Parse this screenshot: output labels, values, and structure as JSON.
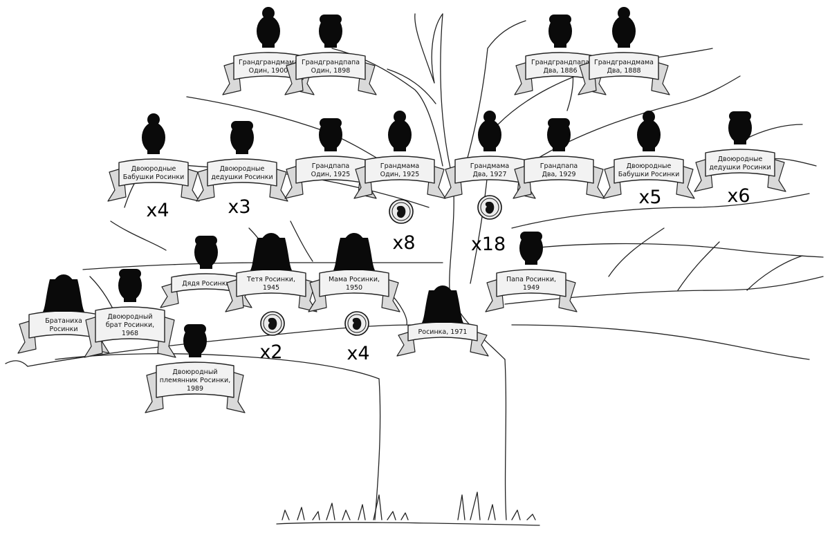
{
  "colors": {
    "line": "#222222",
    "banner_fill": "#f2f2f2",
    "silhouette": "#0a0a0a"
  },
  "members": [
    {
      "id": "ggm1",
      "label": [
        "Грандграндмама",
        "Один, 1900"
      ],
      "hair": "bun"
    },
    {
      "id": "ggp1",
      "label": [
        "Грандграндпапа",
        "Один, 1898"
      ],
      "hair": "short"
    },
    {
      "id": "ggp2",
      "label": [
        "Грандграндпапа",
        "Два, 1886"
      ],
      "hair": "short"
    },
    {
      "id": "ggm2",
      "label": [
        "Грандграндмама",
        "Два, 1888"
      ],
      "hair": "bun"
    },
    {
      "id": "ga_f",
      "label": [
        "Двоюродные",
        "Бабушки Росинки"
      ],
      "hair": "bun"
    },
    {
      "id": "gu_f",
      "label": [
        "Двоюродные",
        "дедушки Росинки"
      ],
      "hair": "short"
    },
    {
      "id": "gp1",
      "label": [
        "Грандпапа",
        "Один, 1925"
      ],
      "hair": "short"
    },
    {
      "id": "gm1",
      "label": [
        "Грандмама",
        "Один, 1925"
      ],
      "hair": "bun"
    },
    {
      "id": "gm2",
      "label": [
        "Грандмама",
        "Два, 1927"
      ],
      "hair": "bun"
    },
    {
      "id": "gp2",
      "label": [
        "Грандпапа",
        "Два, 1929"
      ],
      "hair": "short"
    },
    {
      "id": "ga_m",
      "label": [
        "Двоюродные",
        "Бабушки Росинки"
      ],
      "hair": "bun"
    },
    {
      "id": "gu_m",
      "label": [
        "Двоюродные",
        "дедушки Росинки"
      ],
      "hair": "short"
    },
    {
      "id": "uncle",
      "label": [
        "Дядя Росинки"
      ],
      "hair": "short"
    },
    {
      "id": "aunt",
      "label": [
        "Тетя Росинки,",
        "1945"
      ],
      "hair": "long"
    },
    {
      "id": "mom",
      "label": [
        "Мама Росинки,",
        "1950"
      ],
      "hair": "long"
    },
    {
      "id": "dad",
      "label": [
        "Папа Росинки,",
        "1949"
      ],
      "hair": "short"
    },
    {
      "id": "niece",
      "label": [
        "Братаниха",
        "Росинки"
      ],
      "hair": "long"
    },
    {
      "id": "cousin",
      "label": [
        "Двоюродный",
        "брат Росинки,",
        "1968"
      ],
      "hair": "short"
    },
    {
      "id": "nephew",
      "label": [
        "Двоюродный",
        "племянник Росинки,",
        "1989"
      ],
      "hair": "short"
    },
    {
      "id": "self",
      "label": [
        "Росинка, 1971"
      ],
      "hair": "long"
    }
  ],
  "counts": [
    {
      "id": "c_x4a",
      "text": "x4"
    },
    {
      "id": "c_x3",
      "text": "x3"
    },
    {
      "id": "c_x8",
      "text": "x8"
    },
    {
      "id": "c_x18",
      "text": "x18"
    },
    {
      "id": "c_x5",
      "text": "x5"
    },
    {
      "id": "c_x6",
      "text": "x6"
    },
    {
      "id": "c_x2",
      "text": "x2"
    },
    {
      "id": "c_x4b",
      "text": "x4"
    }
  ],
  "miscarriage_icons": [
    {
      "id": "fetus1"
    },
    {
      "id": "fetus2"
    },
    {
      "id": "fetus3"
    },
    {
      "id": "fetus4"
    }
  ]
}
